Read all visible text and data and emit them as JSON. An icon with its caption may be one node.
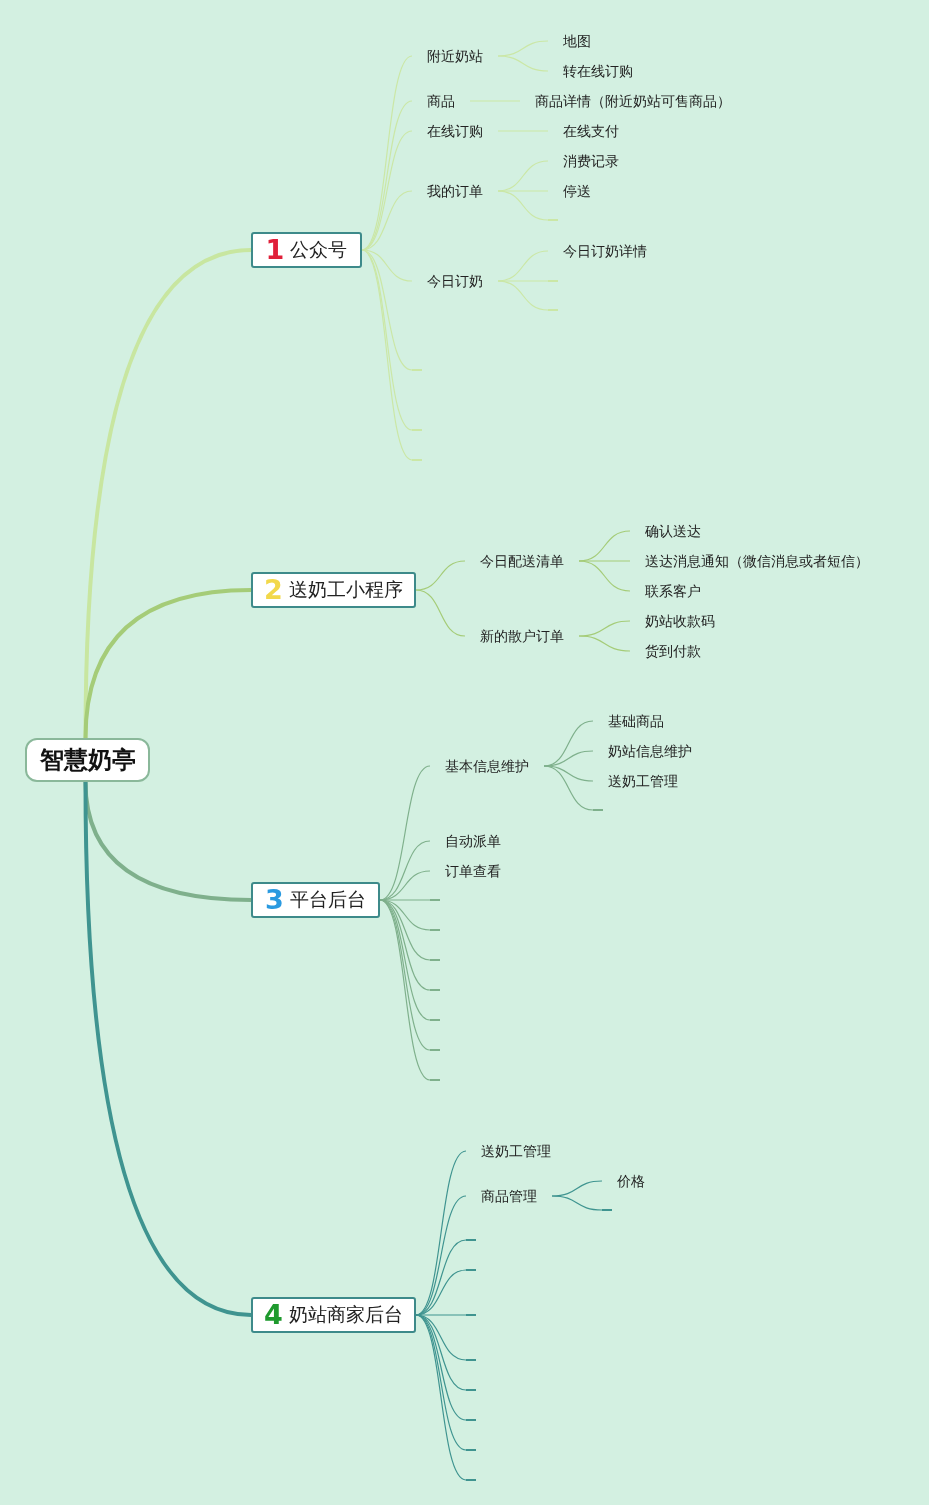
{
  "diagram": {
    "nodes": [
      {
        "text": [
          "智慧奶亭"
        ]
      },
      {
        "text": [
          "1",
          "公众号"
        ]
      },
      {
        "text": [
          "附近奶站"
        ]
      },
      {
        "text": [
          "地图"
        ]
      },
      {
        "text": [
          "转在线订购"
        ]
      },
      {
        "text": [
          "商品"
        ]
      },
      {
        "text": [
          "商品详情（附近奶站可售商品）"
        ]
      },
      {
        "text": [
          "在线订购"
        ]
      },
      {
        "text": [
          "在线支付"
        ]
      },
      {
        "text": [
          "我的订单"
        ]
      },
      {
        "text": [
          "消费记录"
        ]
      },
      {
        "text": [
          "停送"
        ]
      },
      {
        "text": [
          "今日订奶"
        ]
      },
      {
        "text": [
          "今日订奶详情"
        ]
      },
      {
        "text": [
          "2",
          "送奶工小程序"
        ]
      },
      {
        "text": [
          "今日配送清单"
        ]
      },
      {
        "text": [
          "确认送达"
        ]
      },
      {
        "text": [
          "送达消息通知（微信消息或者短信）"
        ]
      },
      {
        "text": [
          "联系客户"
        ]
      },
      {
        "text": [
          "新的散户订单"
        ]
      },
      {
        "text": [
          "奶站收款码"
        ]
      },
      {
        "text": [
          "货到付款"
        ]
      },
      {
        "text": [
          "3",
          "平台后台"
        ]
      },
      {
        "text": [
          "基本信息维护"
        ]
      },
      {
        "text": [
          "基础商品"
        ]
      },
      {
        "text": [
          "奶站信息维护"
        ]
      },
      {
        "text": [
          "送奶工管理"
        ]
      },
      {
        "text": [
          "自动派单"
        ]
      },
      {
        "text": [
          "订单查看"
        ]
      },
      {
        "text": [
          "4",
          "奶站商家后台"
        ]
      },
      {
        "text": [
          "送奶工管理"
        ]
      },
      {
        "text": [
          "商品管理"
        ]
      },
      {
        "text": [
          "价格"
        ]
      },
      {
        "text": [],
        "shape": "line"
      },
      {
        "text": [],
        "shape": "line"
      },
      {
        "text": [],
        "shape": "line"
      },
      {
        "text": [],
        "shape": "line"
      },
      {
        "text": [],
        "shape": "line"
      },
      {
        "text": [],
        "shape": "line"
      },
      {
        "text": [],
        "shape": "line"
      },
      {
        "text": [],
        "shape": "line"
      },
      {
        "text": [],
        "shape": "line"
      },
      {
        "text": [],
        "shape": "line"
      },
      {
        "text": [],
        "shape": "line"
      },
      {
        "text": [],
        "shape": "line"
      },
      {
        "text": [],
        "shape": "line"
      },
      {
        "text": [],
        "shape": "line"
      },
      {
        "text": [],
        "shape": "line"
      },
      {
        "text": [],
        "shape": "line"
      },
      {
        "text": [],
        "shape": "line"
      },
      {
        "text": [],
        "shape": "line"
      },
      {
        "text": [],
        "shape": "line"
      },
      {
        "text": [],
        "shape": "line"
      },
      {
        "text": [],
        "shape": "line"
      },
      {
        "text": [],
        "shape": "line"
      },
      {
        "text": [],
        "shape": "line"
      }
    ],
    "edges": [
      {
        "from": 0,
        "to": 1,
        "arrow": "none",
        "style": "thick",
        "color": "#c8e6a0"
      },
      {
        "from": 0,
        "to": 14,
        "arrow": "none",
        "style": "thick",
        "color": "#a5cc78"
      },
      {
        "from": 0,
        "to": 22,
        "arrow": "none",
        "style": "thick",
        "color": "#7fb08c"
      },
      {
        "from": 0,
        "to": 29,
        "arrow": "none",
        "style": "thick",
        "color": "#3f9490"
      },
      {
        "from": 1,
        "to": 2,
        "arrow": "none",
        "color": "#cbe7a6"
      },
      {
        "from": 1,
        "to": 5,
        "arrow": "none",
        "color": "#cbe7a6"
      },
      {
        "from": 1,
        "to": 7,
        "arrow": "none",
        "color": "#cbe7a6"
      },
      {
        "from": 1,
        "to": 9,
        "arrow": "none",
        "color": "#cbe7a6"
      },
      {
        "from": 1,
        "to": 12,
        "arrow": "none",
        "color": "#cbe7a6"
      },
      {
        "from": 1,
        "to": 36,
        "arrow": "none",
        "color": "#cbe7a6"
      },
      {
        "from": 1,
        "to": 37,
        "arrow": "none",
        "color": "#cbe7a6"
      },
      {
        "from": 1,
        "to": 38,
        "arrow": "none",
        "color": "#cbe7a6"
      },
      {
        "from": 2,
        "to": 3,
        "arrow": "none",
        "color": "#cbe7a6"
      },
      {
        "from": 2,
        "to": 4,
        "arrow": "none",
        "color": "#cbe7a6"
      },
      {
        "from": 5,
        "to": 6,
        "arrow": "none",
        "color": "#cbe7a6"
      },
      {
        "from": 7,
        "to": 8,
        "arrow": "none",
        "color": "#cbe7a6"
      },
      {
        "from": 9,
        "to": 10,
        "arrow": "none",
        "color": "#cbe7a6"
      },
      {
        "from": 9,
        "to": 11,
        "arrow": "none",
        "color": "#cbe7a6"
      },
      {
        "from": 9,
        "to": 33,
        "arrow": "none",
        "color": "#cbe7a6"
      },
      {
        "from": 12,
        "to": 13,
        "arrow": "none",
        "color": "#cbe7a6"
      },
      {
        "from": 12,
        "to": 34,
        "arrow": "none",
        "color": "#cbe7a6"
      },
      {
        "from": 12,
        "to": 35,
        "arrow": "none",
        "color": "#cbe7a6"
      },
      {
        "from": 14,
        "to": 15,
        "arrow": "none",
        "color": "#a5cc78"
      },
      {
        "from": 14,
        "to": 19,
        "arrow": "none",
        "color": "#a5cc78"
      },
      {
        "from": 15,
        "to": 16,
        "arrow": "none",
        "color": "#a5cc78"
      },
      {
        "from": 15,
        "to": 17,
        "arrow": "none",
        "color": "#a5cc78"
      },
      {
        "from": 15,
        "to": 18,
        "arrow": "none",
        "color": "#a5cc78"
      },
      {
        "from": 19,
        "to": 20,
        "arrow": "none",
        "color": "#a5cc78"
      },
      {
        "from": 19,
        "to": 21,
        "arrow": "none",
        "color": "#a5cc78"
      },
      {
        "from": 22,
        "to": 23,
        "arrow": "none",
        "color": "#7fb08c"
      },
      {
        "from": 22,
        "to": 27,
        "arrow": "none",
        "color": "#7fb08c"
      },
      {
        "from": 22,
        "to": 28,
        "arrow": "none",
        "color": "#7fb08c"
      },
      {
        "from": 22,
        "to": 40,
        "arrow": "none",
        "color": "#7fb08c"
      },
      {
        "from": 22,
        "to": 41,
        "arrow": "none",
        "color": "#7fb08c"
      },
      {
        "from": 22,
        "to": 42,
        "arrow": "none",
        "color": "#7fb08c"
      },
      {
        "from": 22,
        "to": 43,
        "arrow": "none",
        "color": "#7fb08c"
      },
      {
        "from": 22,
        "to": 44,
        "arrow": "none",
        "color": "#7fb08c"
      },
      {
        "from": 22,
        "to": 45,
        "arrow": "none",
        "color": "#7fb08c"
      },
      {
        "from": 22,
        "to": 46,
        "arrow": "none",
        "color": "#7fb08c"
      },
      {
        "from": 23,
        "to": 24,
        "arrow": "none",
        "color": "#7fb08c"
      },
      {
        "from": 23,
        "to": 25,
        "arrow": "none",
        "color": "#7fb08c"
      },
      {
        "from": 23,
        "to": 26,
        "arrow": "none",
        "color": "#7fb08c"
      },
      {
        "from": 23,
        "to": 39,
        "arrow": "none",
        "color": "#7fb08c"
      },
      {
        "from": 29,
        "to": 30,
        "arrow": "none",
        "color": "#3f9490"
      },
      {
        "from": 29,
        "to": 31,
        "arrow": "none",
        "color": "#3f9490"
      },
      {
        "from": 29,
        "to": 48,
        "arrow": "none",
        "color": "#3f9490"
      },
      {
        "from": 29,
        "to": 49,
        "arrow": "none",
        "color": "#3f9490"
      },
      {
        "from": 29,
        "to": 50,
        "arrow": "none",
        "color": "#3f9490"
      },
      {
        "from": 29,
        "to": 51,
        "arrow": "none",
        "color": "#3f9490"
      },
      {
        "from": 29,
        "to": 52,
        "arrow": "none",
        "color": "#3f9490"
      },
      {
        "from": 29,
        "to": 53,
        "arrow": "none",
        "color": "#3f9490"
      },
      {
        "from": 29,
        "to": 54,
        "arrow": "none",
        "color": "#3f9490"
      },
      {
        "from": 29,
        "to": 55,
        "arrow": "none",
        "color": "#3f9490"
      },
      {
        "from": 31,
        "to": 32,
        "arrow": "none",
        "color": "#3f9490"
      },
      {
        "from": 31,
        "to": 47,
        "arrow": "none",
        "color": "#3f9490"
      }
    ]
  }
}
